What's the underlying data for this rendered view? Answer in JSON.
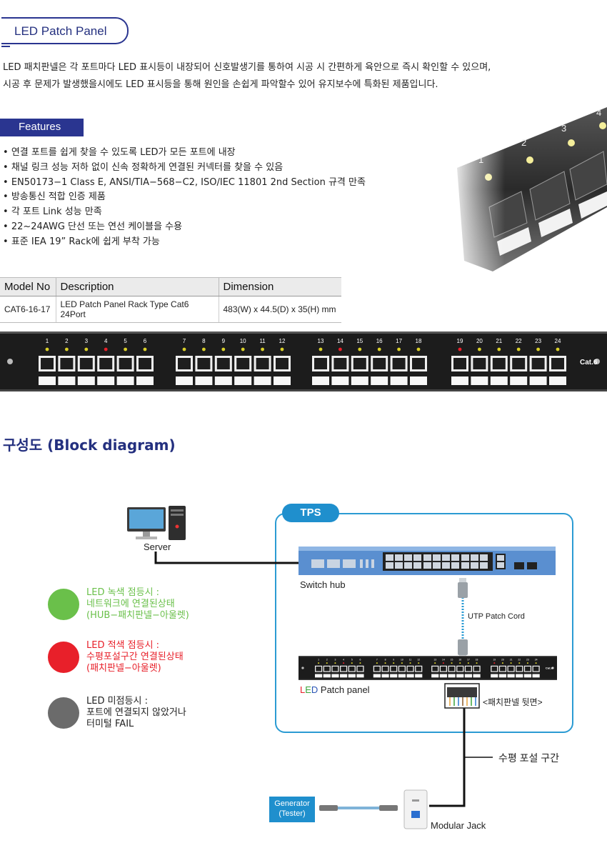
{
  "header": {
    "title": "LED Patch Panel"
  },
  "intro": {
    "line1": "LED 패치판넬은 각 포트마다 LED 표시등이 내장되어 신호발생기를 통하여 시공 시 간편하게 육안으로 즉시 확인할 수 있으며,",
    "line2": "시공 후 문제가 발생했을시에도 LED 표시등을 통해 원인을 손쉽게 파악할수 있어 유지보수에 특화된 제품입니다."
  },
  "features": {
    "label": "Features",
    "items": [
      "연결 포트를 쉽게 찾을 수 있도록 LED가 모든 포트에 내장",
      "채널 링크 성능 저하 없이 신속 정확하게 연결된 커넥터를 찾을 수 있음",
      "EN50173−1 Class E, ANSI/TIA−568−C2, ISO/IEC 11801 2nd Section 규격 만족",
      "방송통신 적합 인증 제품",
      "각 포트 Link 성능 만족",
      "22~24AWG 단선 또는 연선 케이블을 수용",
      "표준 IEA 19”  Rack에 쉽게 부착 가능"
    ],
    "photo_ports": [
      "1",
      "2",
      "3",
      "4"
    ]
  },
  "spec_table": {
    "headers": [
      "Model No",
      "Description",
      "Dimension"
    ],
    "rows": [
      [
        "CAT6-16-17",
        "LED Patch Panel Rack Type Cat6 24Port",
        "483(W) x 44.5(D) x 35(H) mm"
      ]
    ]
  },
  "panel": {
    "ports": [
      "1",
      "2",
      "3",
      "4",
      "5",
      "6",
      "7",
      "8",
      "9",
      "10",
      "11",
      "12",
      "13",
      "14",
      "15",
      "16",
      "17",
      "18",
      "19",
      "20",
      "21",
      "22",
      "23",
      "24"
    ],
    "red_ports": [
      4,
      14,
      19
    ],
    "badge": "Cat.6"
  },
  "diagram": {
    "title": "구성도 (Block diagram)",
    "tps": "TPS",
    "server": "Server",
    "switch_hub": "Switch hub",
    "utp": "UTP Patch Cord",
    "patch_panel_led": "LED",
    "patch_panel_rest": " Patch panel",
    "back_label": "<패치판넬 뒷면>",
    "horizontal": "수평 포설 구간",
    "modular_jack": "Modular Jack",
    "generator": "Generator",
    "tester": "(Tester)",
    "legend": [
      {
        "color": "#6ac04a",
        "lines": [
          "LED 녹색 점등시 :",
          "네트워크에 연결된상태",
          "(HUB−패치판넬−아울렛)"
        ]
      },
      {
        "color": "#e8202a",
        "lines": [
          "LED 적색 점등시 :",
          "수평포설구간 연결된상태",
          "(패치판넬−아울렛)"
        ]
      },
      {
        "color": "#6b6b6b",
        "lines": [
          "LED 미점등시 :",
          "포트에 연결되지 않았거나",
          "터미털 FAIL"
        ]
      }
    ]
  }
}
